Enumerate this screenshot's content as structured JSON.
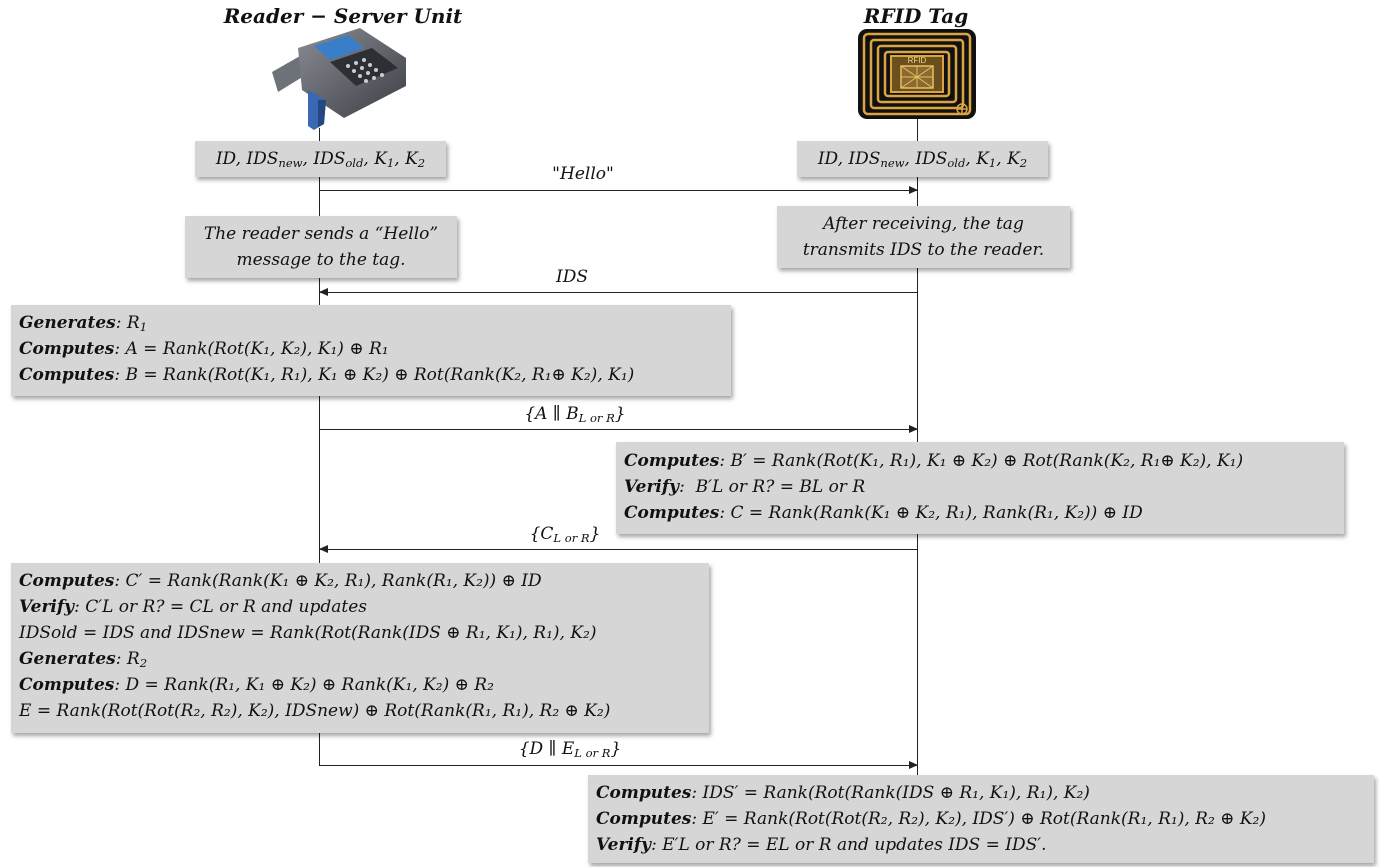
{
  "headers": {
    "reader": "Reader − Server Unit",
    "tag": "RFID Tag"
  },
  "icons": {
    "reader": "handheld-rfid-reader-icon",
    "tag": "rfid-tag-icon",
    "tag_label": "RFID"
  },
  "reader_init": [
    "ID, IDS",
    "new",
    ", IDS",
    "old",
    ", K",
    "1",
    ", K",
    "2"
  ],
  "tag_init": [
    "ID, IDS",
    "new",
    ", IDS",
    "old",
    ", K",
    "1",
    ", K",
    "2"
  ],
  "messages": {
    "hello": "\"Hello\"",
    "ids": "IDS",
    "ab": [
      "{A ∥ B",
      "L or R",
      "}"
    ],
    "c": [
      "{C",
      "L or R",
      "}"
    ],
    "de": [
      "{D ∥ E",
      "L or R",
      "}"
    ]
  },
  "notes": {
    "reader_hello": [
      "The reader sends a “Hello”",
      "message to the tag."
    ],
    "tag_ids": [
      "After receiving, the tag",
      "transmits IDS to the reader."
    ]
  },
  "keywords": {
    "generates": "Generates",
    "computes": "Computes",
    "verify": "Verify"
  },
  "step1": {
    "gen": [
      "R",
      "1"
    ],
    "a": "A = Rank(Rot(K₁, K₂), K₁) ⊕ R₁",
    "b": "B = Rank(Rot(K₁, R₁), K₁ ⊕ K₂) ⊕ Rot(Rank(K₂, R₁⊕ K₂), K₁)"
  },
  "step2": {
    "bprime": "B′ = Rank(Rot(K₁, R₁), K₁ ⊕ K₂) ⊕ Rot(Rank(K₂, R₁⊕ K₂), K₁)",
    "verify": "B′L or R? = BL or R",
    "c": "C = Rank(Rank(K₁ ⊕ K₂, R₁), Rank(R₁, K₂)) ⊕ ID"
  },
  "step3": {
    "cprime": "C′ = Rank(Rank(K₁ ⊕ K₂, R₁), Rank(R₁, K₂)) ⊕ ID",
    "verify": "C′L or R? = CL or R and updates",
    "update": "IDSold = IDS and IDSnew = Rank(Rot(Rank(IDS ⊕ R₁, K₁), R₁), K₂)",
    "gen": [
      "R",
      "2"
    ],
    "d": "D = Rank(R₁, K₁ ⊕ K₂) ⊕ Rank(K₁, K₂) ⊕ R₂",
    "e": "E = Rank(Rot(Rot(R₂, R₂), K₂), IDSnew) ⊕ Rot(Rank(R₁, R₁), R₂ ⊕ K₂)"
  },
  "step4": {
    "ids": "IDS′ = Rank(Rot(Rank(IDS ⊕ R₁, K₁), R₁), K₂)",
    "eprime": "E′ = Rank(Rot(Rot(R₂, R₂), K₂), IDS′) ⊕ Rot(Rank(R₁, R₁), R₂ ⊕ K₂)",
    "verify": "E′L or R? = EL or R and updates IDS = IDS′."
  }
}
